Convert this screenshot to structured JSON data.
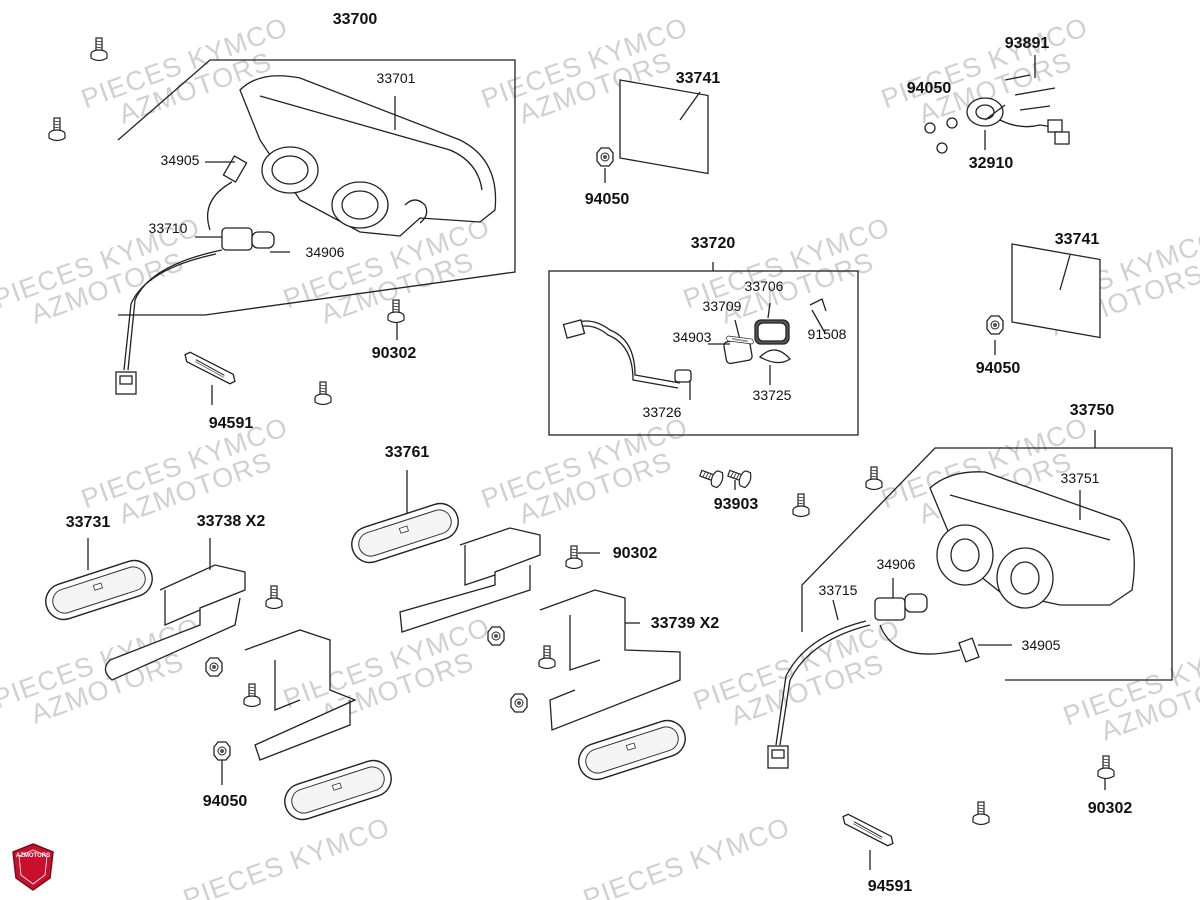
{
  "diagram": {
    "labels": {
      "l33700": "33700",
      "l33701": "33701",
      "l34905a": "34905",
      "l33710": "33710",
      "l34906a": "34906",
      "l90302a": "90302",
      "l94591a": "94591",
      "l33741a": "33741",
      "l94050a": "94050",
      "l93891": "93891",
      "l94050b": "94050",
      "l32910": "32910",
      "l33720": "33720",
      "l33706": "33706",
      "l33709": "33709",
      "l34903": "34903",
      "l91508": "91508",
      "l33725": "33725",
      "l33726": "33726",
      "l33741b": "33741",
      "l94050c": "94050",
      "l33750": "33750",
      "l33751": "33751",
      "l93903": "93903",
      "l33761": "33761",
      "l33731": "33731",
      "l33738": "33738  X2",
      "l90302b": "90302",
      "l33739": "33739  X2",
      "l34906b": "34906",
      "l33715": "33715",
      "l34905b": "34905",
      "l94050d": "94050",
      "l90302c": "90302",
      "l94591b": "94591"
    },
    "watermark": {
      "line1": "PIECES KYMCO",
      "line2": "AZMOTORS"
    },
    "logo": {
      "text": "AZMOTORS",
      "color": "#c8102e"
    }
  }
}
